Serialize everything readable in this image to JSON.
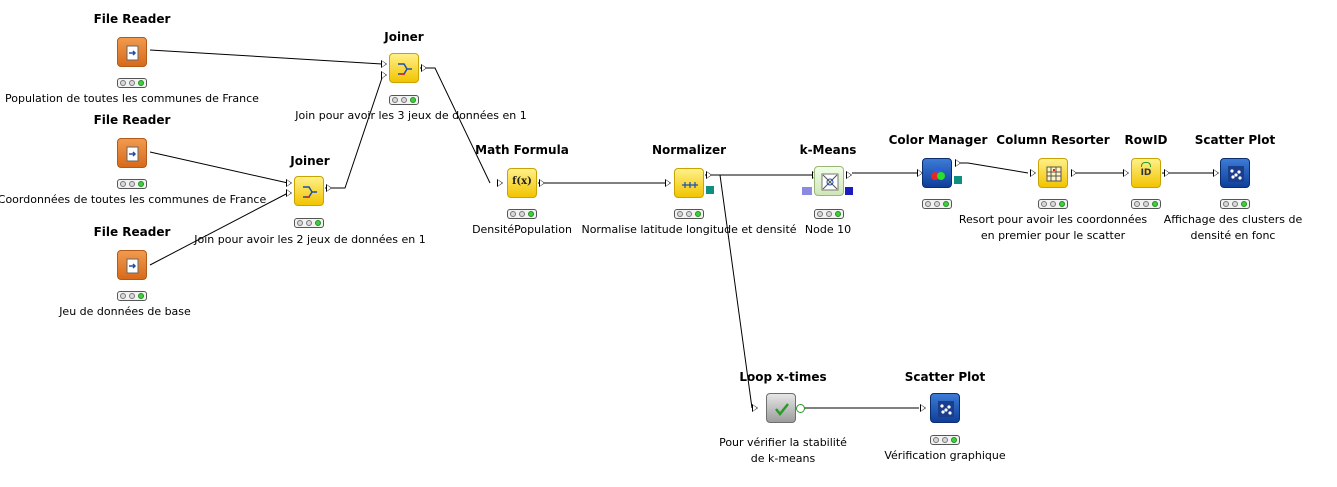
{
  "nodes": {
    "reader1": {
      "title": "File Reader",
      "label": "Population de toutes les communes de France"
    },
    "reader2": {
      "title": "File Reader",
      "label": "Coordonnées de toutes les communes de France"
    },
    "reader3": {
      "title": "File Reader",
      "label": "Jeu de données de base"
    },
    "joiner1": {
      "title": "Joiner",
      "label": "Join pour avoir les 3 jeux de données en 1"
    },
    "joiner2": {
      "title": "Joiner",
      "label": "Join pour avoir les 2 jeux de données en 1"
    },
    "math": {
      "title": "Math Formula",
      "label": "DensitéPopulation",
      "icon_text": "f(x)"
    },
    "normalizer": {
      "title": "Normalizer",
      "label": "Normalise latitude longitude et densité"
    },
    "kmeans": {
      "title": "k-Means",
      "label": "Node 10"
    },
    "colormgr": {
      "title": "Color Manager",
      "label": ""
    },
    "resorter": {
      "title": "Column Resorter",
      "label": "Resort pour avoir les coordonnées\nen premier pour le scatter"
    },
    "rowid": {
      "title": "RowID",
      "label": "",
      "icon_text": "ID"
    },
    "scatter1": {
      "title": "Scatter Plot",
      "label": "Affichage des clusters de\ndensité en fonc"
    },
    "loop": {
      "title": "Loop x-times",
      "label": "Pour vérifier la stabilité\nde k-means"
    },
    "scatter2": {
      "title": "Scatter Plot",
      "label": "Vérification graphique"
    }
  },
  "colors": {
    "reader": "#e07a2c",
    "yellow": "#f2c400",
    "blue": "#1b4fae",
    "status_green": "#3fcf3f",
    "wire": "#000000"
  }
}
